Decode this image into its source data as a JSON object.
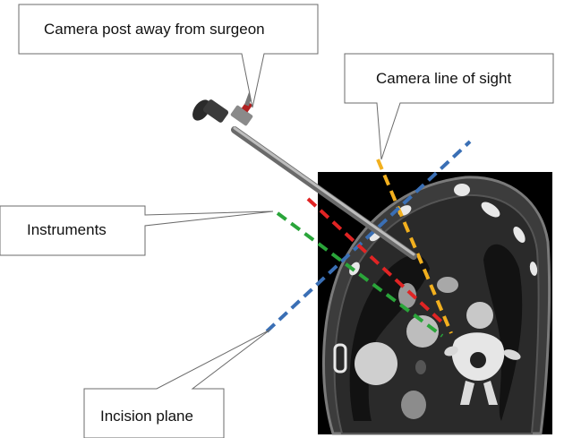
{
  "callouts": {
    "camera_post": "Camera post away from surgeon",
    "camera_sight": "Camera line of sight",
    "instruments": "Instruments",
    "incision_plane": "Incision plane"
  },
  "colors": {
    "camera_line": "#f2b01e",
    "incision_line": "#3a6fb5",
    "instrument_red": "#e02424",
    "instrument_green": "#2aa53a",
    "scan_background": "#000000",
    "callout_border": "#6b6b6b"
  },
  "icons": [
    "thoracoscope-icon",
    "ct-scan-image"
  ]
}
